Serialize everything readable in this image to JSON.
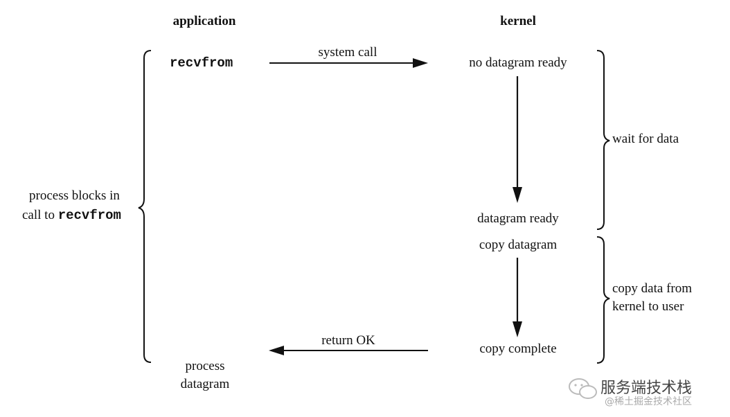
{
  "headers": {
    "application": "application",
    "kernel": "kernel"
  },
  "application": {
    "call": "recvfrom",
    "blocks_line1": "process blocks in",
    "blocks_line2_prefix": "call to ",
    "blocks_line2_code": "recvfrom",
    "process_line1": "process",
    "process_line2": "datagram"
  },
  "arrows": {
    "system_call": "system call",
    "return_ok": "return OK"
  },
  "kernel": {
    "no_datagram_ready": "no datagram ready",
    "datagram_ready": "datagram ready",
    "copy_datagram": "copy datagram",
    "copy_complete": "copy complete"
  },
  "phases": {
    "wait_for_data": "wait for data",
    "copy_line1": "copy data from",
    "copy_line2": "kernel to user"
  },
  "watermark": {
    "channel": "服务端技术栈",
    "source": "@稀土掘金技术社区"
  }
}
